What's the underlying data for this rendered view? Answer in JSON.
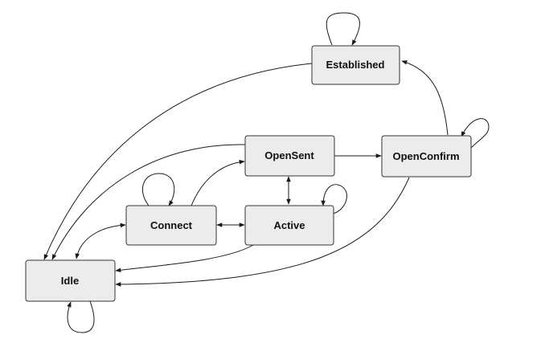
{
  "diagram": {
    "states": {
      "established": "Established",
      "opensent": "OpenSent",
      "openconfirm": "OpenConfirm",
      "connect": "Connect",
      "active": "Active",
      "idle": "Idle"
    },
    "colors": {
      "box_fill": "#ececec",
      "box_stroke": "#333333",
      "edge": "#1a1a1a"
    }
  }
}
